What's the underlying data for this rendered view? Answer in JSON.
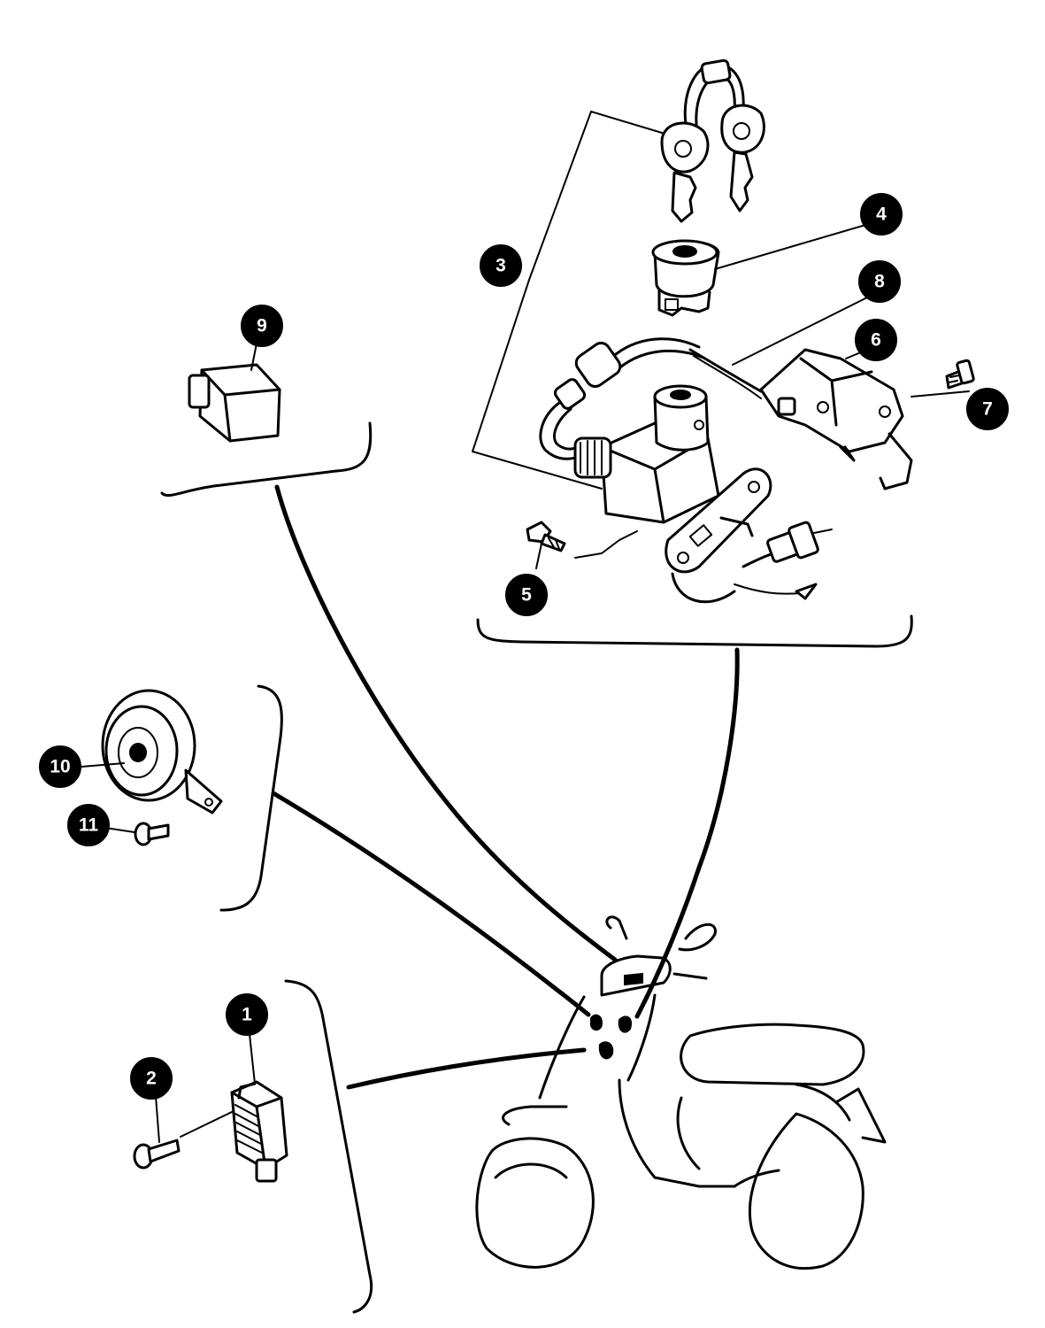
{
  "callouts": [
    {
      "id": "1",
      "label": "1",
      "part": "regulator"
    },
    {
      "id": "2",
      "label": "2",
      "part": "regulator-bolt"
    },
    {
      "id": "3",
      "label": "3",
      "part": "ignition-switch-assembly"
    },
    {
      "id": "4",
      "label": "4",
      "part": "seat-lock-cylinder"
    },
    {
      "id": "5",
      "label": "5",
      "part": "ignition-switch-bolt"
    },
    {
      "id": "6",
      "label": "6",
      "part": "seat-latch"
    },
    {
      "id": "7",
      "label": "7",
      "part": "seat-latch-bolt"
    },
    {
      "id": "8",
      "label": "8",
      "part": "seat-lock-cable"
    },
    {
      "id": "9",
      "label": "9",
      "part": "relay"
    },
    {
      "id": "10",
      "label": "10",
      "part": "horn"
    },
    {
      "id": "11",
      "label": "11",
      "part": "horn-bolt"
    }
  ],
  "colors": {
    "ink": "#000000",
    "paper": "#ffffff",
    "callout_fill": "#000000",
    "callout_text": "#ffffff"
  }
}
